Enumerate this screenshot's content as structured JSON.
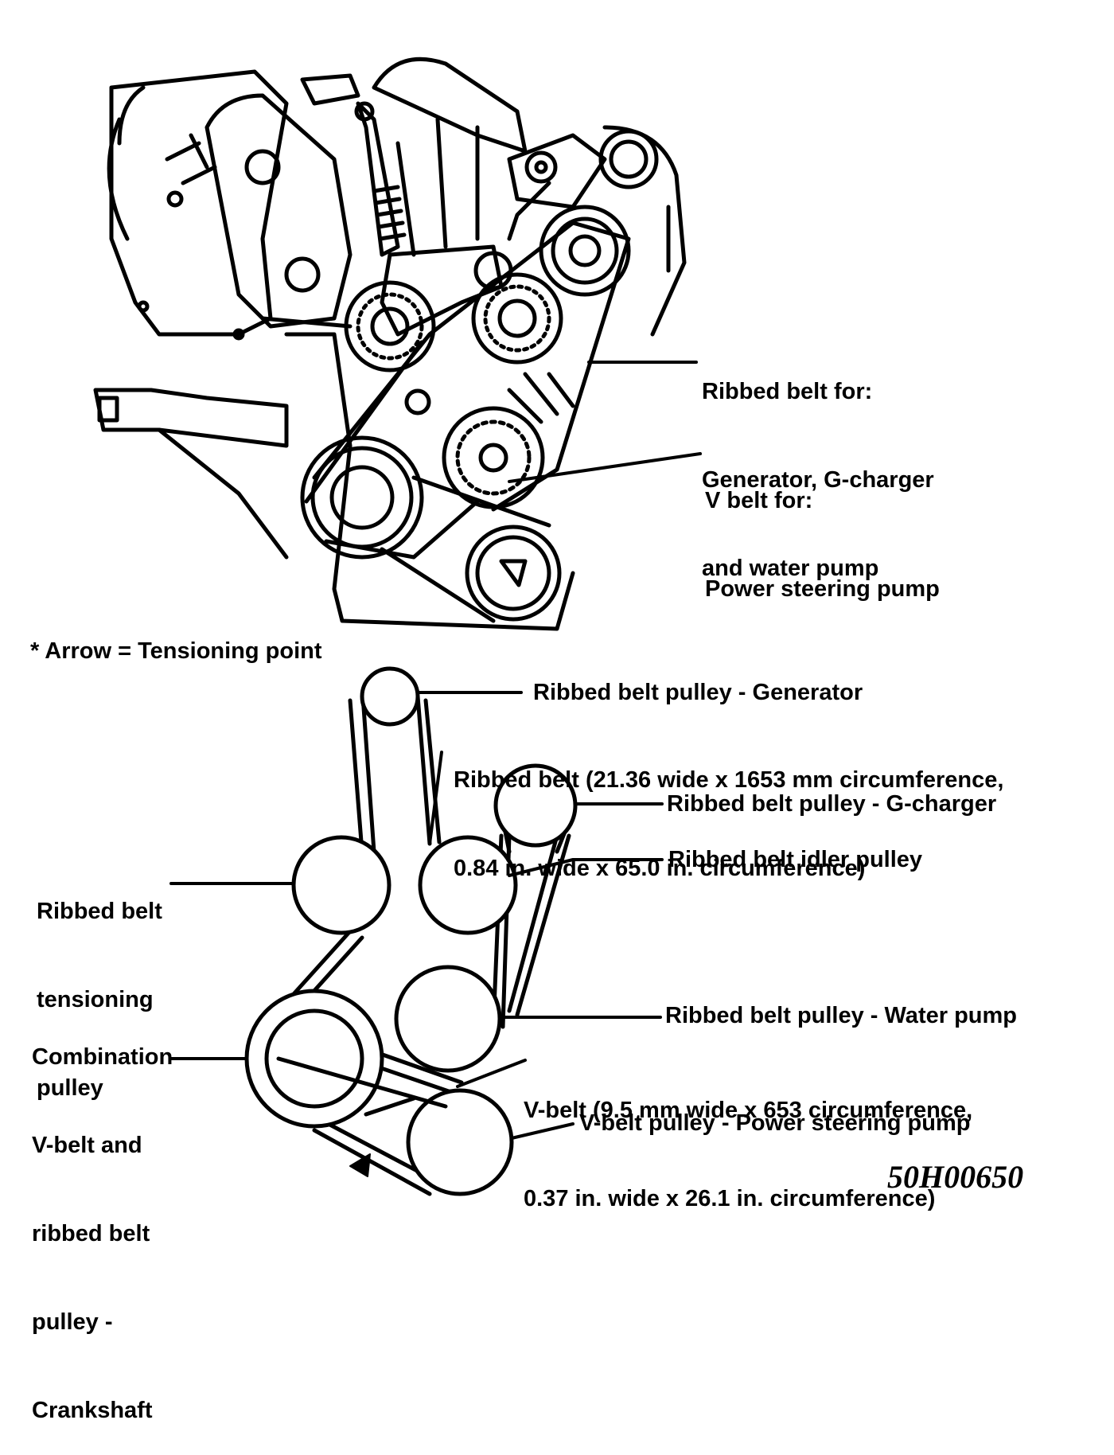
{
  "top_labels": {
    "ribbed_belt_for": [
      "Ribbed belt for:",
      "Generator, G-charger",
      "and water pump"
    ],
    "v_belt_for": [
      "V belt for:",
      "Power steering pump"
    ]
  },
  "note": "* Arrow = Tensioning point",
  "bottom_labels": {
    "generator_pulley": "Ribbed belt pulley - Generator",
    "ribbed_belt_spec": [
      "Ribbed belt (21.36 wide x 1653 mm circumference,",
      "0.84 in. wide x 65.0 in. circumference)"
    ],
    "gcharger_pulley": "Ribbed belt pulley - G-charger",
    "idler_pulley": "Ribbed belt idler pulley",
    "tensioning_pulley": [
      "Ribbed belt",
      "tensioning",
      "pulley"
    ],
    "crankshaft_pulley": [
      "Combination",
      "V-belt and",
      "ribbed belt",
      "pulley -",
      "Crankshaft"
    ],
    "water_pump_pulley": "Ribbed belt pulley - Water pump",
    "v_belt_spec": [
      "V-belt (9.5 mm wide x 653 circumference,",
      "0.37 in. wide x 26.1 in. circumference)"
    ],
    "power_steering_pulley": "V-belt pulley - Power steering pump"
  },
  "figure_code": "50H00650"
}
